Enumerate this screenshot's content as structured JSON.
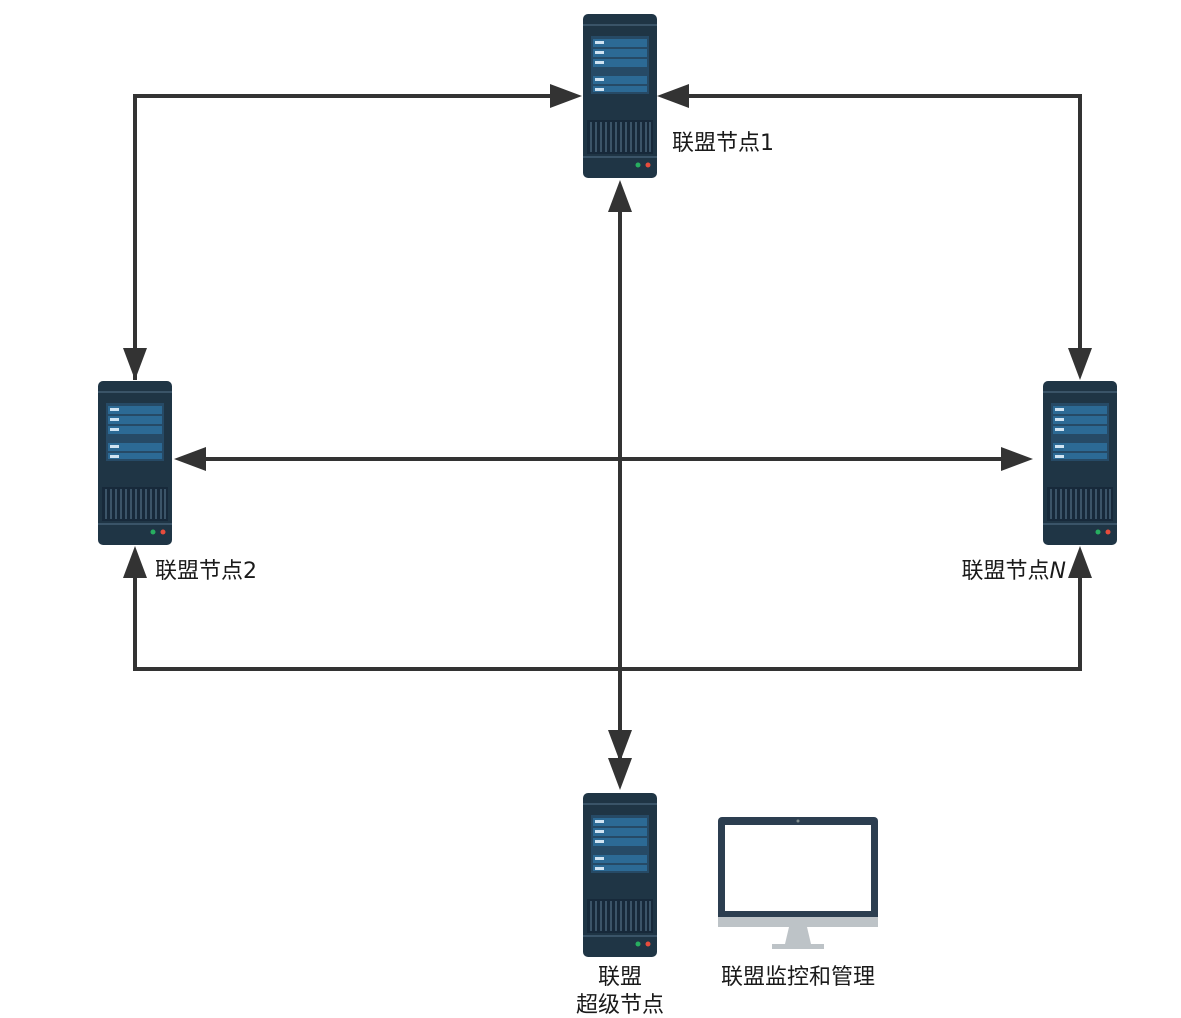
{
  "nodes": {
    "node1": {
      "label": "联盟节点1"
    },
    "node2": {
      "label": "联盟节点2"
    },
    "nodeN": {
      "label_prefix": "联盟节点",
      "label_suffix": "N"
    },
    "super_node": {
      "label_line1": "联盟",
      "label_line2": "超级节点"
    },
    "monitor": {
      "label": "联盟监控和管理"
    }
  },
  "icons": {
    "server": "server-icon",
    "monitor": "monitor-icon"
  },
  "colors": {
    "server_body": "#1f3545",
    "server_panel": "#2c6a95",
    "server_slot": "#3d8fc4",
    "server_line": "#cfe3f2",
    "led_green": "#27ae60",
    "led_red": "#e74c3c",
    "arrow": "#333333",
    "monitor_frame": "#2c3e50",
    "monitor_stand": "#bdc3c7"
  }
}
